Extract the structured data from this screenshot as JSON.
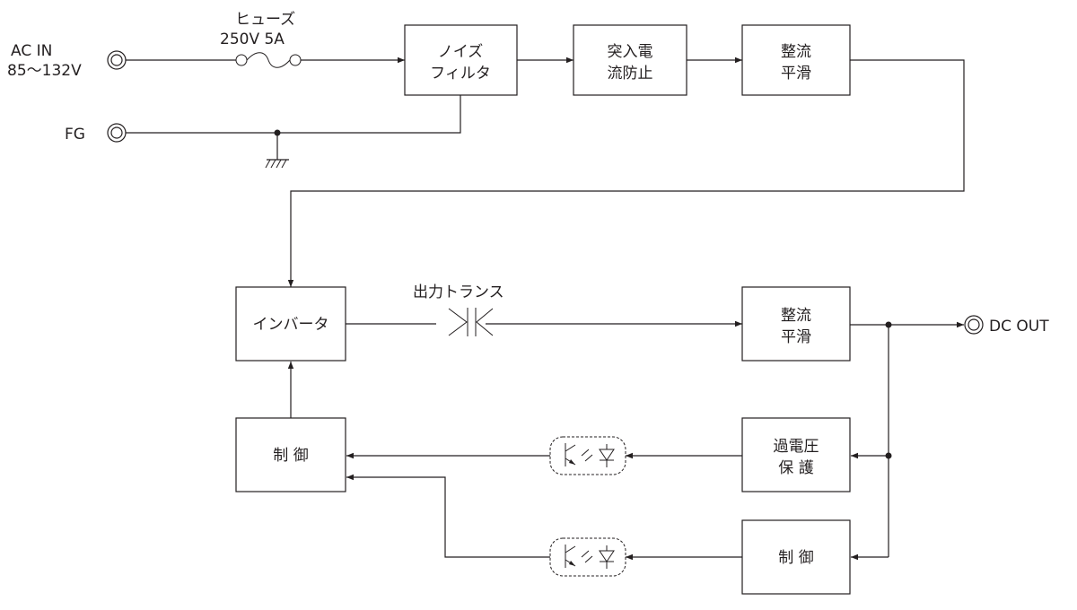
{
  "terminals": {
    "ac_in_line1": "AC IN",
    "ac_in_line2": "85～132V",
    "fg": "FG",
    "dc_out": "DC OUT"
  },
  "fuse": {
    "line1": "ヒューズ",
    "line2": "250V 5A"
  },
  "transformer": {
    "label": "出力トランス"
  },
  "blocks": {
    "noise_filter": [
      "ノイズ",
      "フィルタ"
    ],
    "inrush_limit": [
      "突入電",
      "流防止"
    ],
    "rectifier_1": [
      "整流",
      "平滑"
    ],
    "inverter": [
      "インバータ"
    ],
    "rectifier_2": [
      "整流",
      "平滑"
    ],
    "control_main": [
      "制 御"
    ],
    "overvoltage_protect": [
      "過電圧",
      "保 護"
    ],
    "control_sub": [
      "制 御"
    ]
  }
}
